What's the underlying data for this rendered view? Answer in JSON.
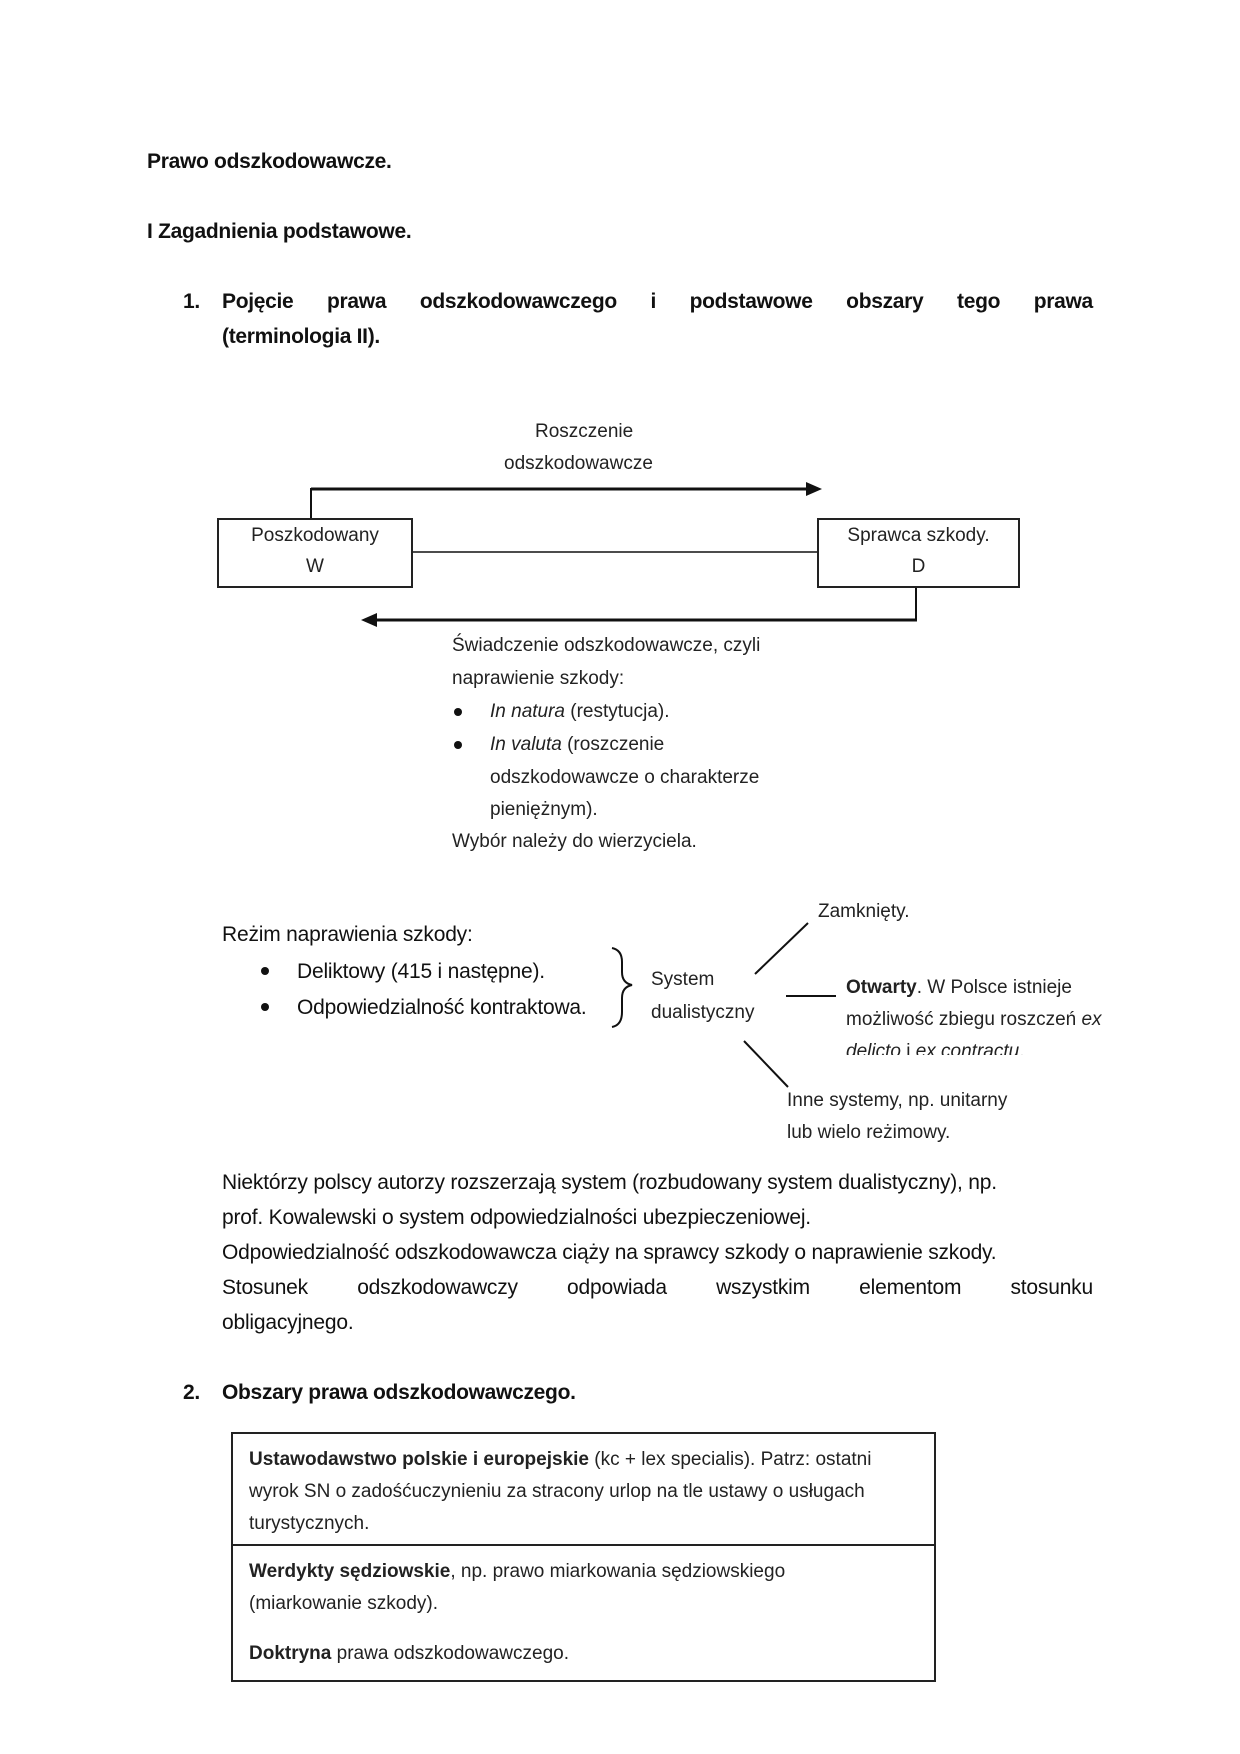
{
  "title": "Prawo odszkodowawcze.",
  "section": "I Zagadnienia podstawowe.",
  "item1": {
    "num": "1.",
    "line1": [
      "Pojęcie",
      "prawa",
      "odszkodowawczego",
      "i",
      "podstawowe",
      "obszary",
      "tego",
      "prawa"
    ],
    "line2": "(terminologia II)."
  },
  "diagram1": {
    "top_label_1": "Roszczenie",
    "top_label_2": "odszkodowawcze",
    "left_box_1": "Poszkodowany",
    "left_box_2": "W",
    "right_box_1": "Sprawca szkody.",
    "right_box_2": "D",
    "bottom_1": "Świadczenie odszkodowawcze, czyli",
    "bottom_2": "naprawienie szkody:",
    "b1_italic": "In natura",
    "b1_rest": " (restytucja).",
    "b2_italic": "In valuta",
    "b2_rest": " (roszczenie",
    "b2_line2": "odszkodowawcze o charakterze",
    "b2_line3": "pieniężnym).",
    "bottom_last": "Wybór należy do wierzyciela."
  },
  "diagram2": {
    "heading": "Reżim naprawienia szkody:",
    "item1": "Deliktowy (415 i następne).",
    "item2": "Odpowiedzialność kontraktowa.",
    "system_1": "System",
    "system_2": "dualistyczny",
    "closed": "Zamknięty.",
    "open_bold": "Otwarty",
    "open_rest": ". W Polsce istnieje",
    "open_line2_a": "możliwość zbiegu roszczeń ",
    "open_line2_ex": "ex",
    "open_line3_a": "delicto",
    "open_line3_b": " i ",
    "open_line3_c": "ex contractu",
    "open_line3_d": ".",
    "other_1": "Inne systemy, np. unitarny",
    "other_2": "lub wielo reżimowy."
  },
  "para": {
    "l1": "Niektórzy polscy autorzy rozszerzają system (rozbudowany system dualistyczny), np.",
    "l2": "prof. Kowalewski o system odpowiedzialności ubezpieczeniowej.",
    "l3": "Odpowiedzialność odszkodowawcza ciąży na sprawcy szkody o naprawienie szkody.",
    "l4": [
      "Stosunek",
      "odszkodowawczy",
      "odpowiada",
      "wszystkim",
      "elementom",
      "stosunku"
    ],
    "l5": "obligacyjnego."
  },
  "item2": {
    "num": "2.",
    "text": "Obszary prawa odszkodowawczego."
  },
  "table": {
    "r1_bold": "Ustawodawstwo polskie i europejskie",
    "r1_rest": " (kc + lex specialis). Patrz: ostatni",
    "r1_l2": "wyrok SN o zadośćuczynieniu za stracony urlop na tle ustawy o usługach",
    "r1_l3": "turystycznych.",
    "r2_bold": "Werdykty sędziowskie",
    "r2_rest": ", np. prawo miarkowania sędziowskiego",
    "r2_l2": "(miarkowanie szkody).",
    "r3_bold": "Doktryna",
    "r3_rest": " prawa odszkodowawczego."
  }
}
